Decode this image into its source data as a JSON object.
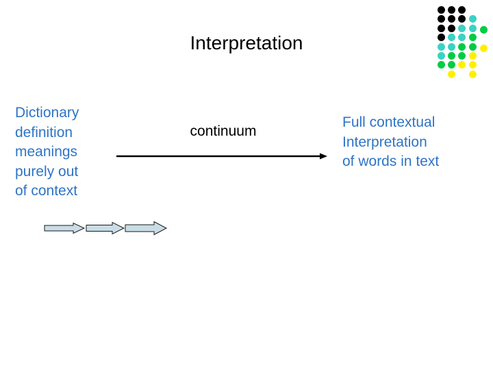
{
  "slide": {
    "title": "Interpretation",
    "title_color": "#000000",
    "background": "#FFFFFF"
  },
  "left_text": {
    "lines": [
      "Dictionary",
      "definition",
      "meanings",
      "purely out",
      "of context"
    ],
    "color": "#2E74C6"
  },
  "center": {
    "label": "continuum",
    "arrow_color": "#000000"
  },
  "right_text": {
    "lines": [
      "Full contextual",
      "Interpretation",
      "of words in text"
    ],
    "color": "#2E74C6"
  },
  "decor": {
    "block_arrows": {
      "count": 3,
      "direction": "right",
      "fill": "#C8DDE6",
      "stroke": "#1A1A1A"
    },
    "dots_logo": {
      "pattern": [
        "KKK..",
        "KKKC.",
        "KKCCG",
        "KCCG.",
        "CCGGY",
        "CGGY.",
        "GGYY.",
        ".Y.Y."
      ],
      "colors": {
        "K": "#000000",
        "C": "#3BD2C4",
        "G": "#00CC44",
        "Y": "#FFF000"
      }
    }
  }
}
